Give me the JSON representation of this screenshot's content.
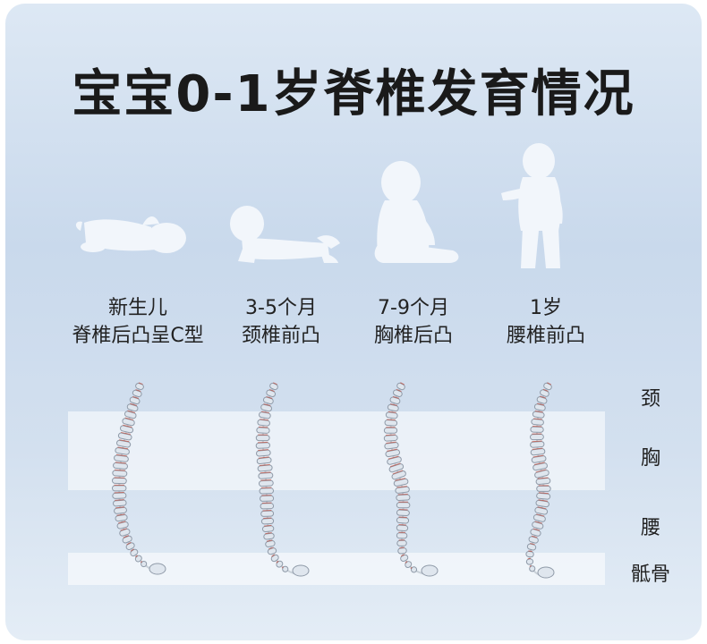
{
  "title": "宝宝0-1岁脊椎发育情况",
  "stages": [
    {
      "line1": "新生儿",
      "line2": "脊椎后凸呈C型",
      "pose": "lying-newborn"
    },
    {
      "line1": "3-5个月",
      "line2": "颈椎前凸",
      "pose": "tummy-time"
    },
    {
      "line1": "7-9个月",
      "line2": "胸椎后凸",
      "pose": "sitting"
    },
    {
      "line1": "1岁",
      "line2": "腰椎前凸",
      "pose": "standing"
    }
  ],
  "regions": {
    "neck": "颈",
    "chest": "胸",
    "lumbar": "腰",
    "sacrum": "骶骨"
  },
  "colors": {
    "silhouette": "#f2f6fb",
    "bone": "#dfe6ee",
    "bone_edge": "#8f9aa8",
    "accent": "#c04a3a"
  }
}
